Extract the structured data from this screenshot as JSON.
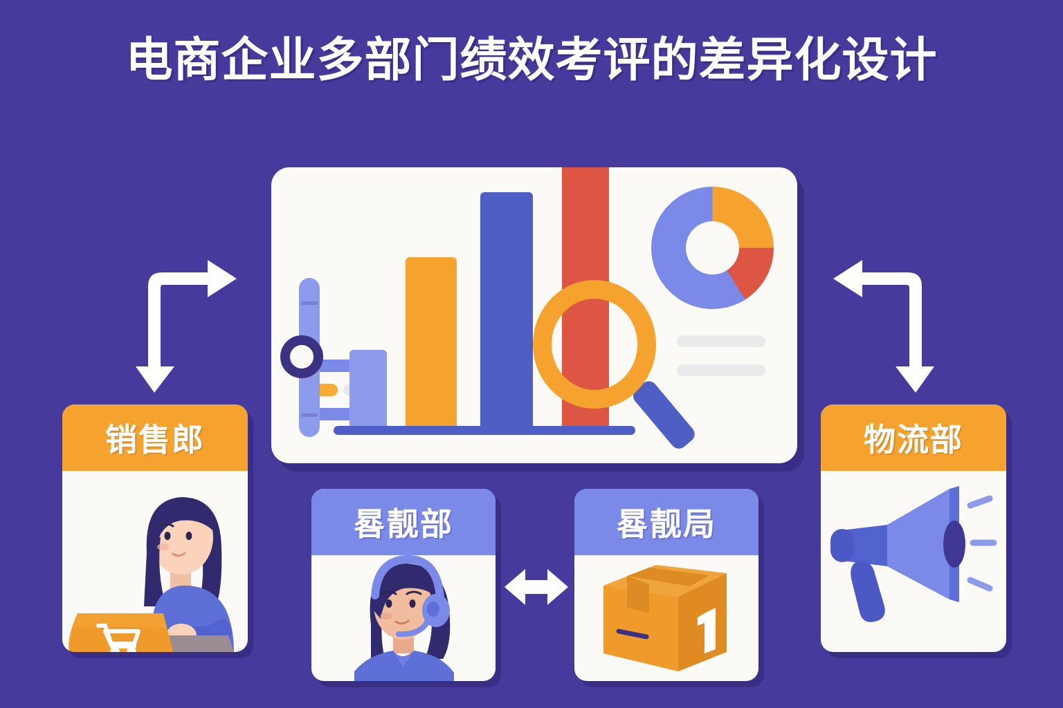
{
  "page": {
    "title": "电商企业多部门绩效考评的差异化设计",
    "background_color": "#463a9c"
  },
  "colors": {
    "background": "#463a9c",
    "card_surface": "#fbfaf7",
    "orange": "#f5a32e",
    "blue": "#7b8ae8",
    "deep_blue": "#4f5ec4",
    "red": "#dd5543",
    "navy": "#3b3284",
    "gray_placeholder": "#e9eaec",
    "arrow_white": "#ffffff"
  },
  "dashboard": {
    "name": "performance-dashboard",
    "placeholder_rows": [
      {
        "id": "ph-1",
        "color": "#7b8ae8"
      },
      {
        "id": "ph-2",
        "color": "#f5a32e"
      },
      {
        "id": "ph-3",
        "color": "#e6e7ea"
      },
      {
        "id": "ph-4",
        "color": "#7b8ae8"
      },
      {
        "id": "ph-5",
        "color": "#e9eaec"
      },
      {
        "id": "ph-6",
        "color": "#e9eaec"
      }
    ],
    "slider": {
      "orientation": "vertical",
      "handle_color": "#3b3284",
      "track_color": "#8d9bec"
    },
    "magnifier": {
      "ring_color": "#f5a32e",
      "handle_color": "#4f5ec4"
    }
  },
  "chart_data": [
    {
      "type": "bar",
      "title": "",
      "xlabel": "",
      "ylabel": "",
      "categories": [
        "bar-1",
        "bar-2",
        "bar-3",
        "bar-4"
      ],
      "values": [
        28,
        62,
        86,
        100
      ],
      "ylim": [
        0,
        100
      ],
      "grid": false,
      "legend": "none",
      "colors": [
        "#8d9bec",
        "#f5a32e",
        "#4f5ec4",
        "#dd5543"
      ]
    },
    {
      "type": "pie",
      "title": "",
      "labels": [
        "segment-orange",
        "segment-red",
        "segment-blue"
      ],
      "values": [
        25,
        16,
        59
      ],
      "colors": [
        "#f5a32e",
        "#dd5543",
        "#7b8ae8"
      ],
      "legend": "none",
      "donut": true
    }
  ],
  "arrows": {
    "left": {
      "name": "elbow-arrow-left",
      "direction": "right-then-down",
      "color": "#ffffff"
    },
    "right": {
      "name": "elbow-arrow-right",
      "direction": "left-then-down",
      "color": "#ffffff"
    },
    "middle": {
      "name": "bidirectional-arrow",
      "direction": "horizontal-both",
      "color": "#ffffff"
    }
  },
  "cards": [
    {
      "key": "sales",
      "label": "销售郎",
      "header_color": "orange",
      "illustration": "woman-at-laptop-with-shopping-cart"
    },
    {
      "key": "service",
      "label": "晷靓部",
      "header_color": "blue",
      "illustration": "customer-service-agent-with-headset"
    },
    {
      "key": "warehouse",
      "label": "晷靓局",
      "header_color": "blue",
      "illustration": "cardboard-parcel-box"
    },
    {
      "key": "logistics",
      "label": "物流部",
      "header_color": "orange",
      "illustration": "megaphone"
    }
  ]
}
